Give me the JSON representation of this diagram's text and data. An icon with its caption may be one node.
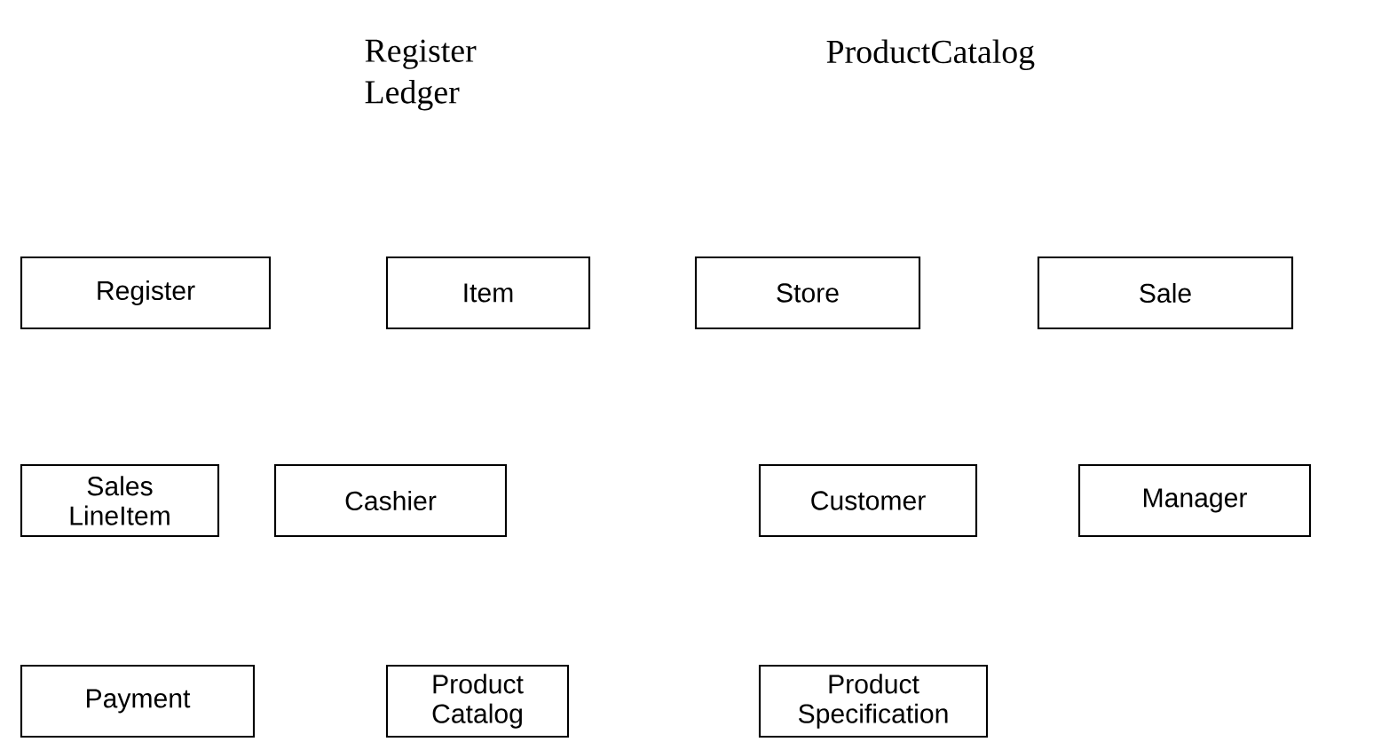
{
  "diagram": {
    "nodes": [
      {
        "text": [
          "Register"
        ]
      },
      {
        "text": [
          "Item"
        ]
      },
      {
        "text": [
          "Store"
        ]
      },
      {
        "text": [
          "Sale"
        ]
      },
      {
        "text": [
          "Sales LineItem"
        ]
      },
      {
        "text": [
          "Cashier"
        ]
      },
      {
        "text": [
          "Customer"
        ]
      },
      {
        "text": [
          "Manager"
        ]
      },
      {
        "text": [
          "Payment"
        ]
      },
      {
        "text": [
          "Product Catalog"
        ]
      },
      {
        "text": [
          "Product Specification"
        ]
      }
    ],
    "labels": [
      "Register Ledger",
      "ProductCatalog"
    ]
  }
}
